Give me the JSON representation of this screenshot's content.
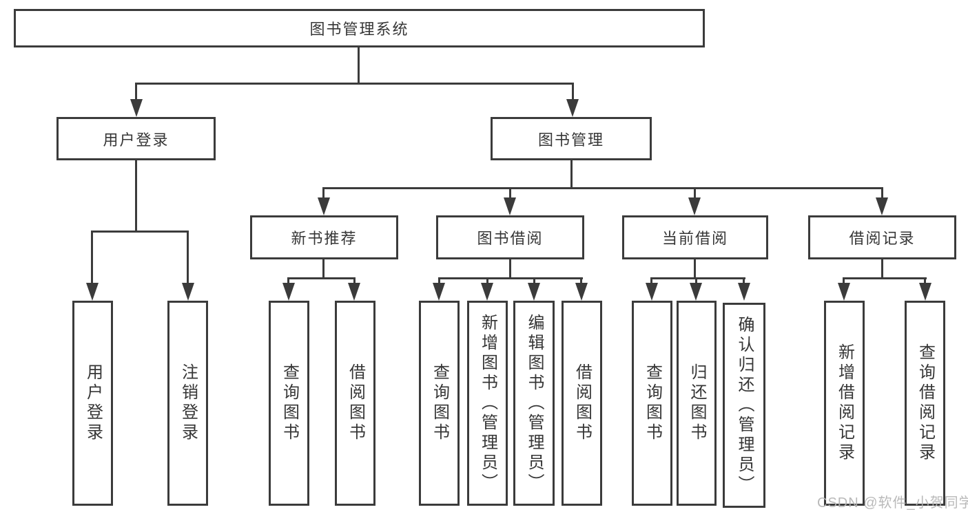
{
  "diagram": {
    "type": "hierarchy-tree",
    "nodes": {
      "root": {
        "label": "图书管理系统"
      },
      "level2": [
        {
          "label": "用户登录"
        },
        {
          "label": "图书管理"
        }
      ],
      "level3": [
        {
          "label": "新书推荐"
        },
        {
          "label": "图书借阅"
        },
        {
          "label": "当前借阅"
        },
        {
          "label": "借阅记录"
        }
      ],
      "leaves": [
        {
          "label": "用户登录"
        },
        {
          "label": "注销登录"
        },
        {
          "label": "查询图书"
        },
        {
          "label": "借阅图书"
        },
        {
          "label": "查询图书"
        },
        {
          "label": "新增图书（管理员）"
        },
        {
          "label": "编辑图书（管理员）"
        },
        {
          "label": "借阅图书"
        },
        {
          "label": "查询图书"
        },
        {
          "label": "归还图书"
        },
        {
          "label": "确认归还（管理员）"
        },
        {
          "label": "新增借阅记录"
        },
        {
          "label": "查询借阅记录"
        }
      ]
    },
    "colors": {
      "line": "#3b3b3b",
      "text": "#363636",
      "background": "#ffffff",
      "watermark": "#b4b4b4"
    }
  },
  "watermark": "CSDN @软件_小贺同学"
}
